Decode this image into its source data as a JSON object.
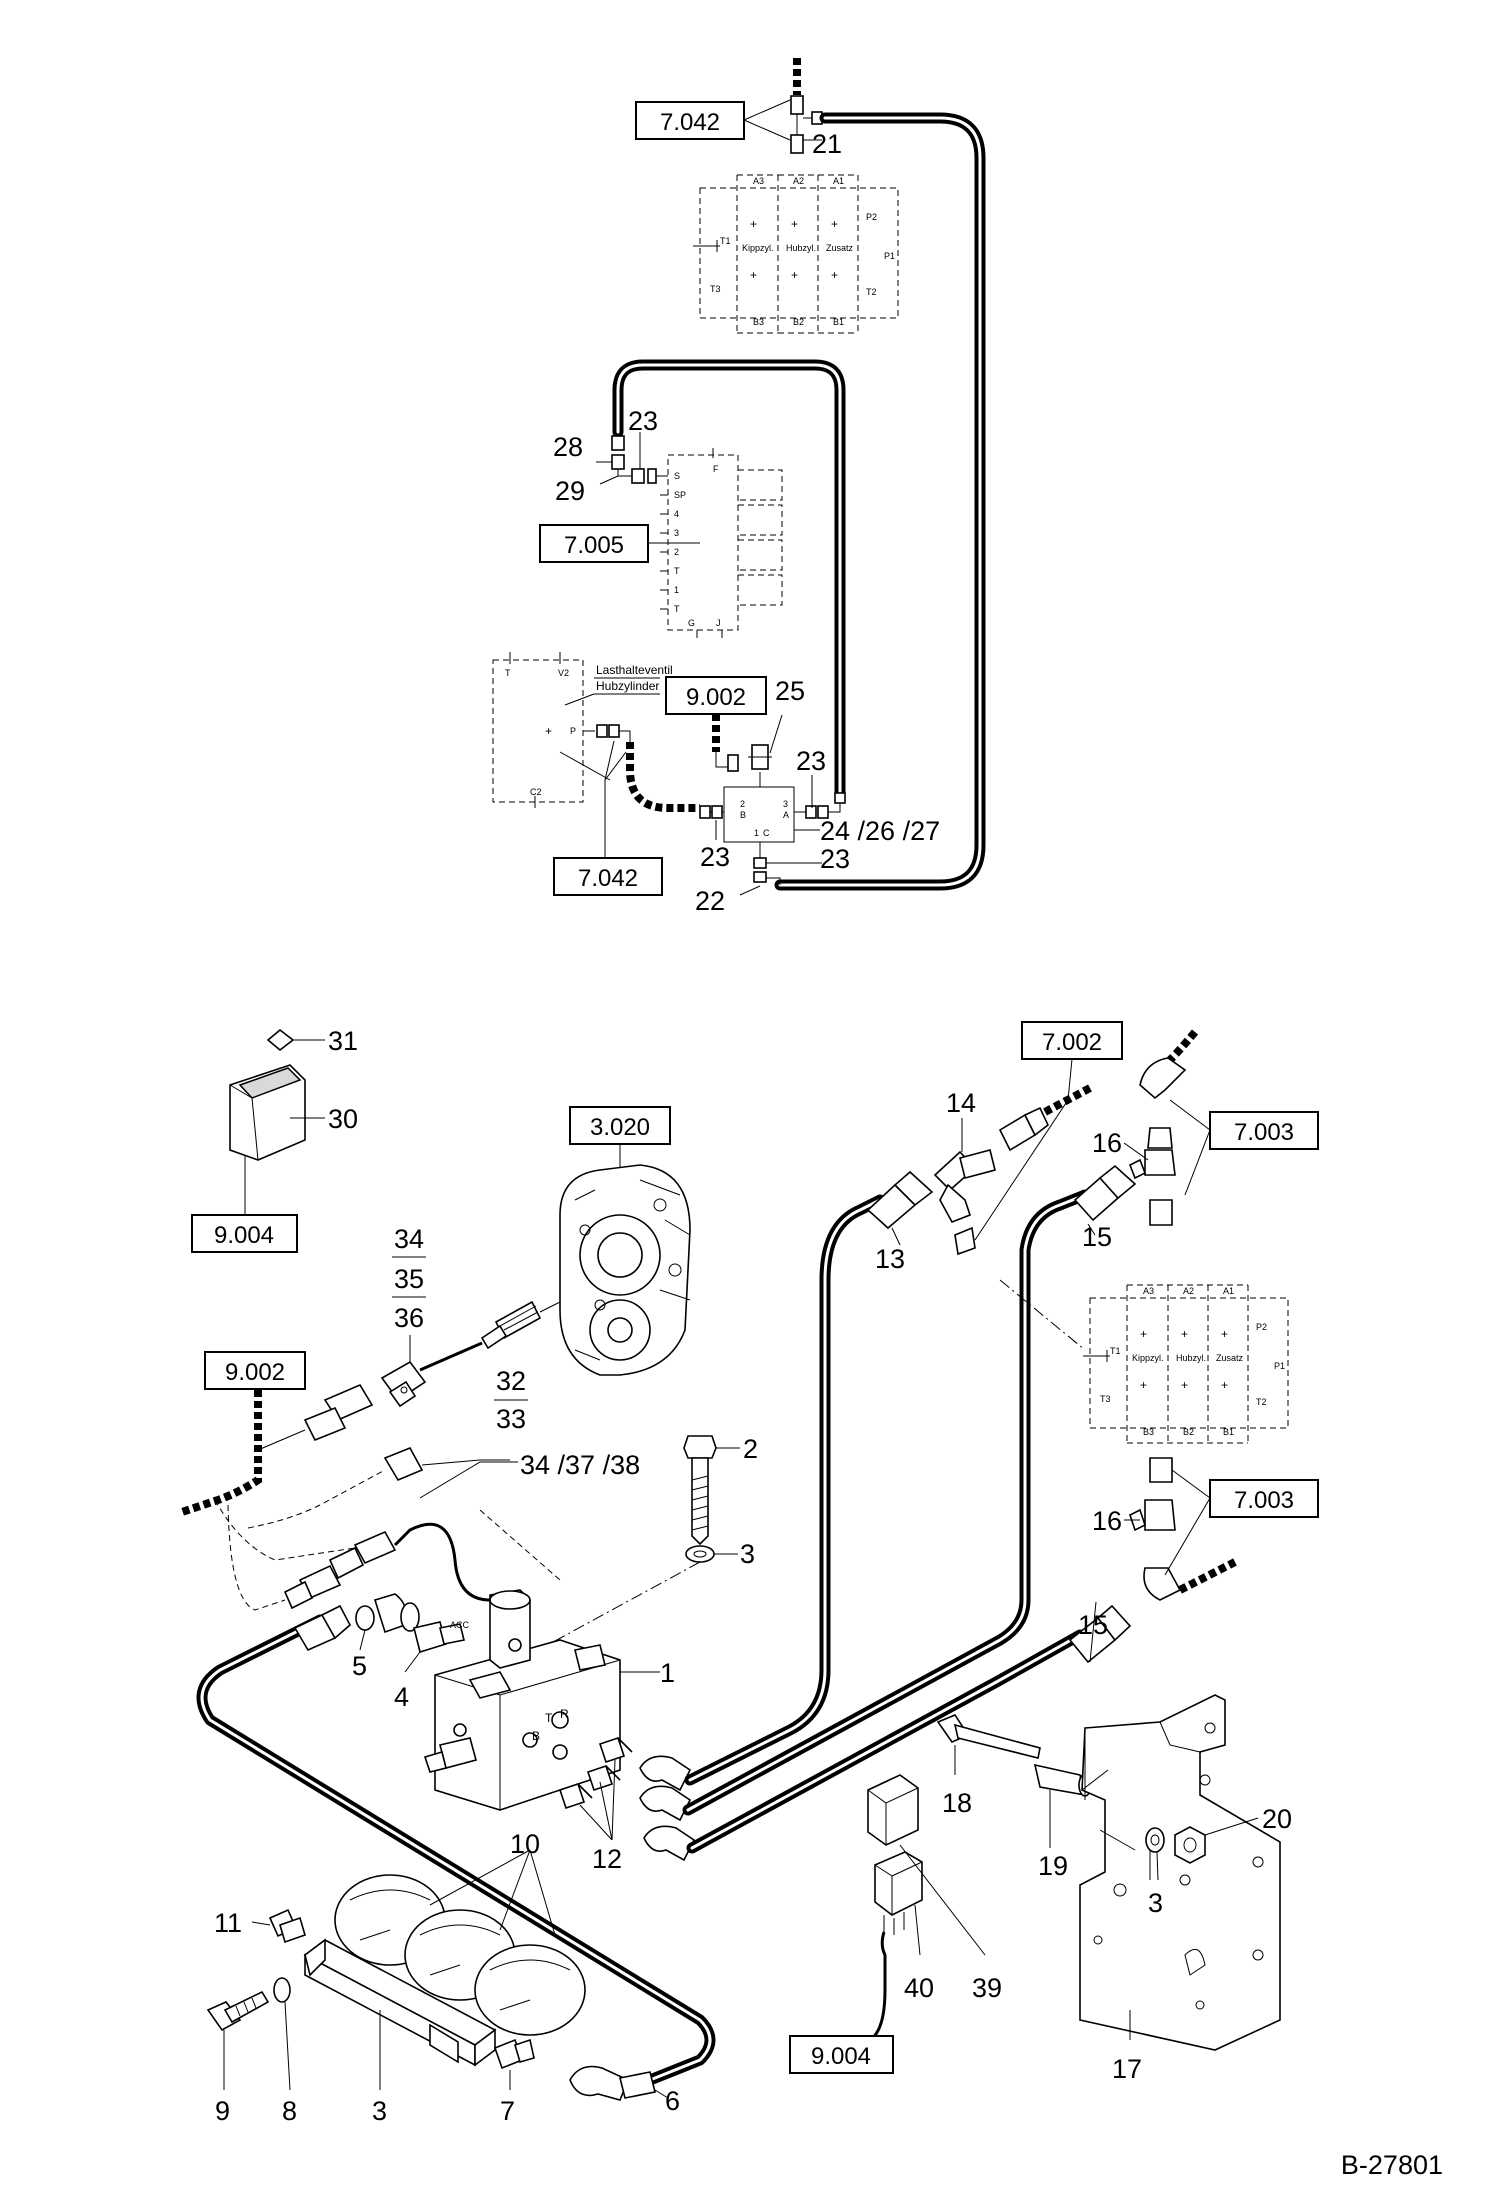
{
  "drawing_number": "B-27801",
  "ref_boxes": [
    "7.042",
    "7.005",
    "9.002",
    "7.042",
    "7.002",
    "7.003",
    "3.020",
    "9.004",
    "9.002",
    "7.003",
    "9.004"
  ],
  "valve_block_labels": {
    "ports_top": [
      "A3",
      "A2",
      "A1"
    ],
    "ports_bottom": [
      "B3",
      "B2",
      "B1"
    ],
    "sections": [
      "Kippzyl.",
      "Hubzyl.",
      "Zusatz"
    ],
    "side": [
      "T1",
      "T3",
      "P2",
      "P1",
      "T2"
    ]
  },
  "valve_block_labels_lower": {
    "ports_top": [
      "A3",
      "A2",
      "A1"
    ],
    "ports_bottom": [
      "B3",
      "B2",
      "B1"
    ],
    "sections": [
      "Kippzyl.",
      "Hubzyl.",
      "Zusatz"
    ],
    "side": [
      "T1",
      "T3",
      "P2",
      "P1",
      "T2"
    ]
  },
  "control_block_labels": [
    "S",
    "SP",
    "4",
    "3",
    "2",
    "T",
    "1",
    "T",
    "G",
    "J",
    "F"
  ],
  "load_valve_labels": {
    "title_line1": "Lasthalteventil",
    "title_line2": "Hubzylinder",
    "ports": [
      "T",
      "V2",
      "P",
      "C2"
    ]
  },
  "solenoid_labels": [
    "2",
    "B",
    "3",
    "A",
    "1",
    "C"
  ],
  "block_labels": [
    "ACC",
    "T",
    "B",
    "R"
  ],
  "callouts_top": [
    "21",
    "23",
    "28",
    "29",
    "25",
    "23",
    "24 /26 /27",
    "23",
    "23",
    "22"
  ],
  "callouts_bottom": [
    "31",
    "30",
    "34",
    "35",
    "36",
    "32",
    "33",
    "34 /37 /38",
    "2",
    "3",
    "14",
    "16",
    "13",
    "15",
    "16",
    "15",
    "5",
    "4",
    "1",
    "12",
    "10",
    "11",
    "9",
    "3",
    "8",
    "7",
    "6",
    "18",
    "19",
    "20",
    "3",
    "17",
    "39",
    "40"
  ]
}
